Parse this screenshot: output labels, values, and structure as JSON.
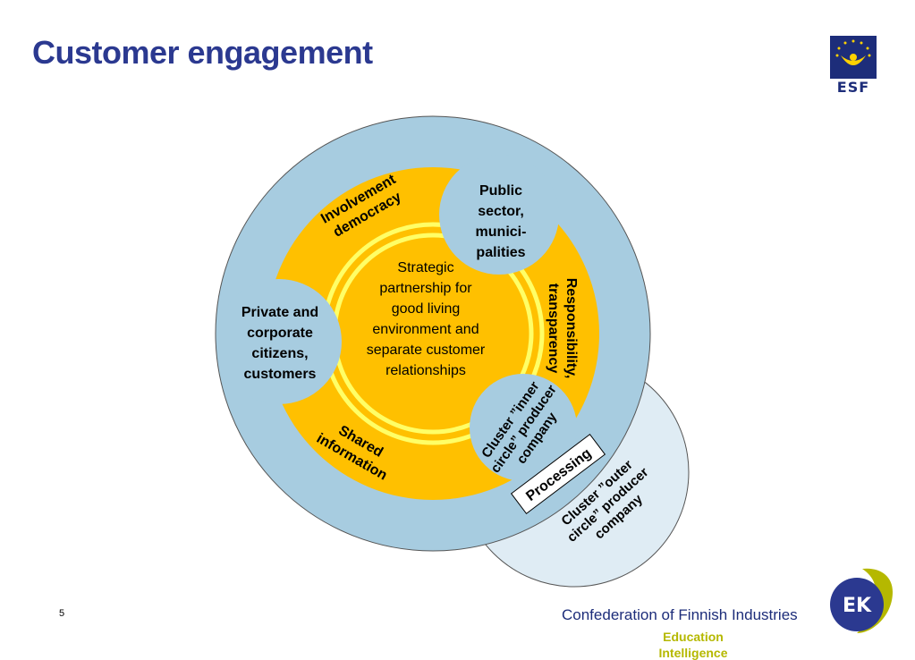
{
  "slide": {
    "title": "Customer engagement",
    "page_number": "5"
  },
  "logos": {
    "esf": {
      "text": "ESF",
      "icon": "esf-logo-icon"
    },
    "ek": {
      "text": "EK",
      "icon": "ek-logo-icon"
    }
  },
  "diagram": {
    "center_text": [
      "Strategic",
      "partnership for",
      "good living",
      "environment and",
      "separate customer",
      "relationships"
    ],
    "public_sector": [
      "Public",
      "sector,",
      "munici-",
      "palities"
    ],
    "private": [
      "Private and",
      "corporate",
      "citizens,",
      "customers"
    ],
    "involvement": [
      "Involvement",
      "democracy"
    ],
    "responsibility": [
      "Responsibility,",
      "transparency"
    ],
    "shared": [
      "Shared",
      "information"
    ],
    "inner_cluster": [
      "Cluster ”inner",
      "circle” producer",
      "company"
    ],
    "outer_cluster": [
      "Cluster ”outer",
      "circle” producer",
      "company"
    ],
    "processing": "Processing"
  },
  "footer": {
    "organization": "Confederation of Finnish Industries",
    "subtitle_1": "Education",
    "subtitle_2": "Intelligence"
  },
  "colors": {
    "title": "#2b3990",
    "outer_ring": "#a7cce0",
    "yellow": "#ffc000",
    "light_yellow": "#ffff66",
    "outer_cluster_fill": "#dfecf4"
  }
}
